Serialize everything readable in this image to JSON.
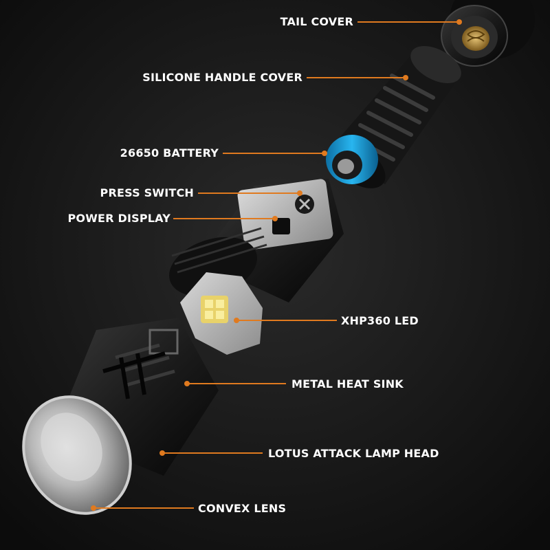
{
  "labels": {
    "tail_cover": "TAIL COVER",
    "silicone_handle_cover": "SILICONE HANDLE COVER",
    "battery": "26650 BATTERY",
    "press_switch": "PRESS SWITCH",
    "power_display": "POWER DISPLAY",
    "led": "XHP360 LED",
    "heat_sink": "METAL HEAT SINK",
    "lamp_head": "LOTUS ATTACK LAMP HEAD",
    "convex_lens": "CONVEX LENS"
  },
  "colors": {
    "background": "#141414",
    "leader_line": "#e07a1f",
    "label_text": "#ffffff",
    "battery_accent": "#1f9fd8"
  }
}
